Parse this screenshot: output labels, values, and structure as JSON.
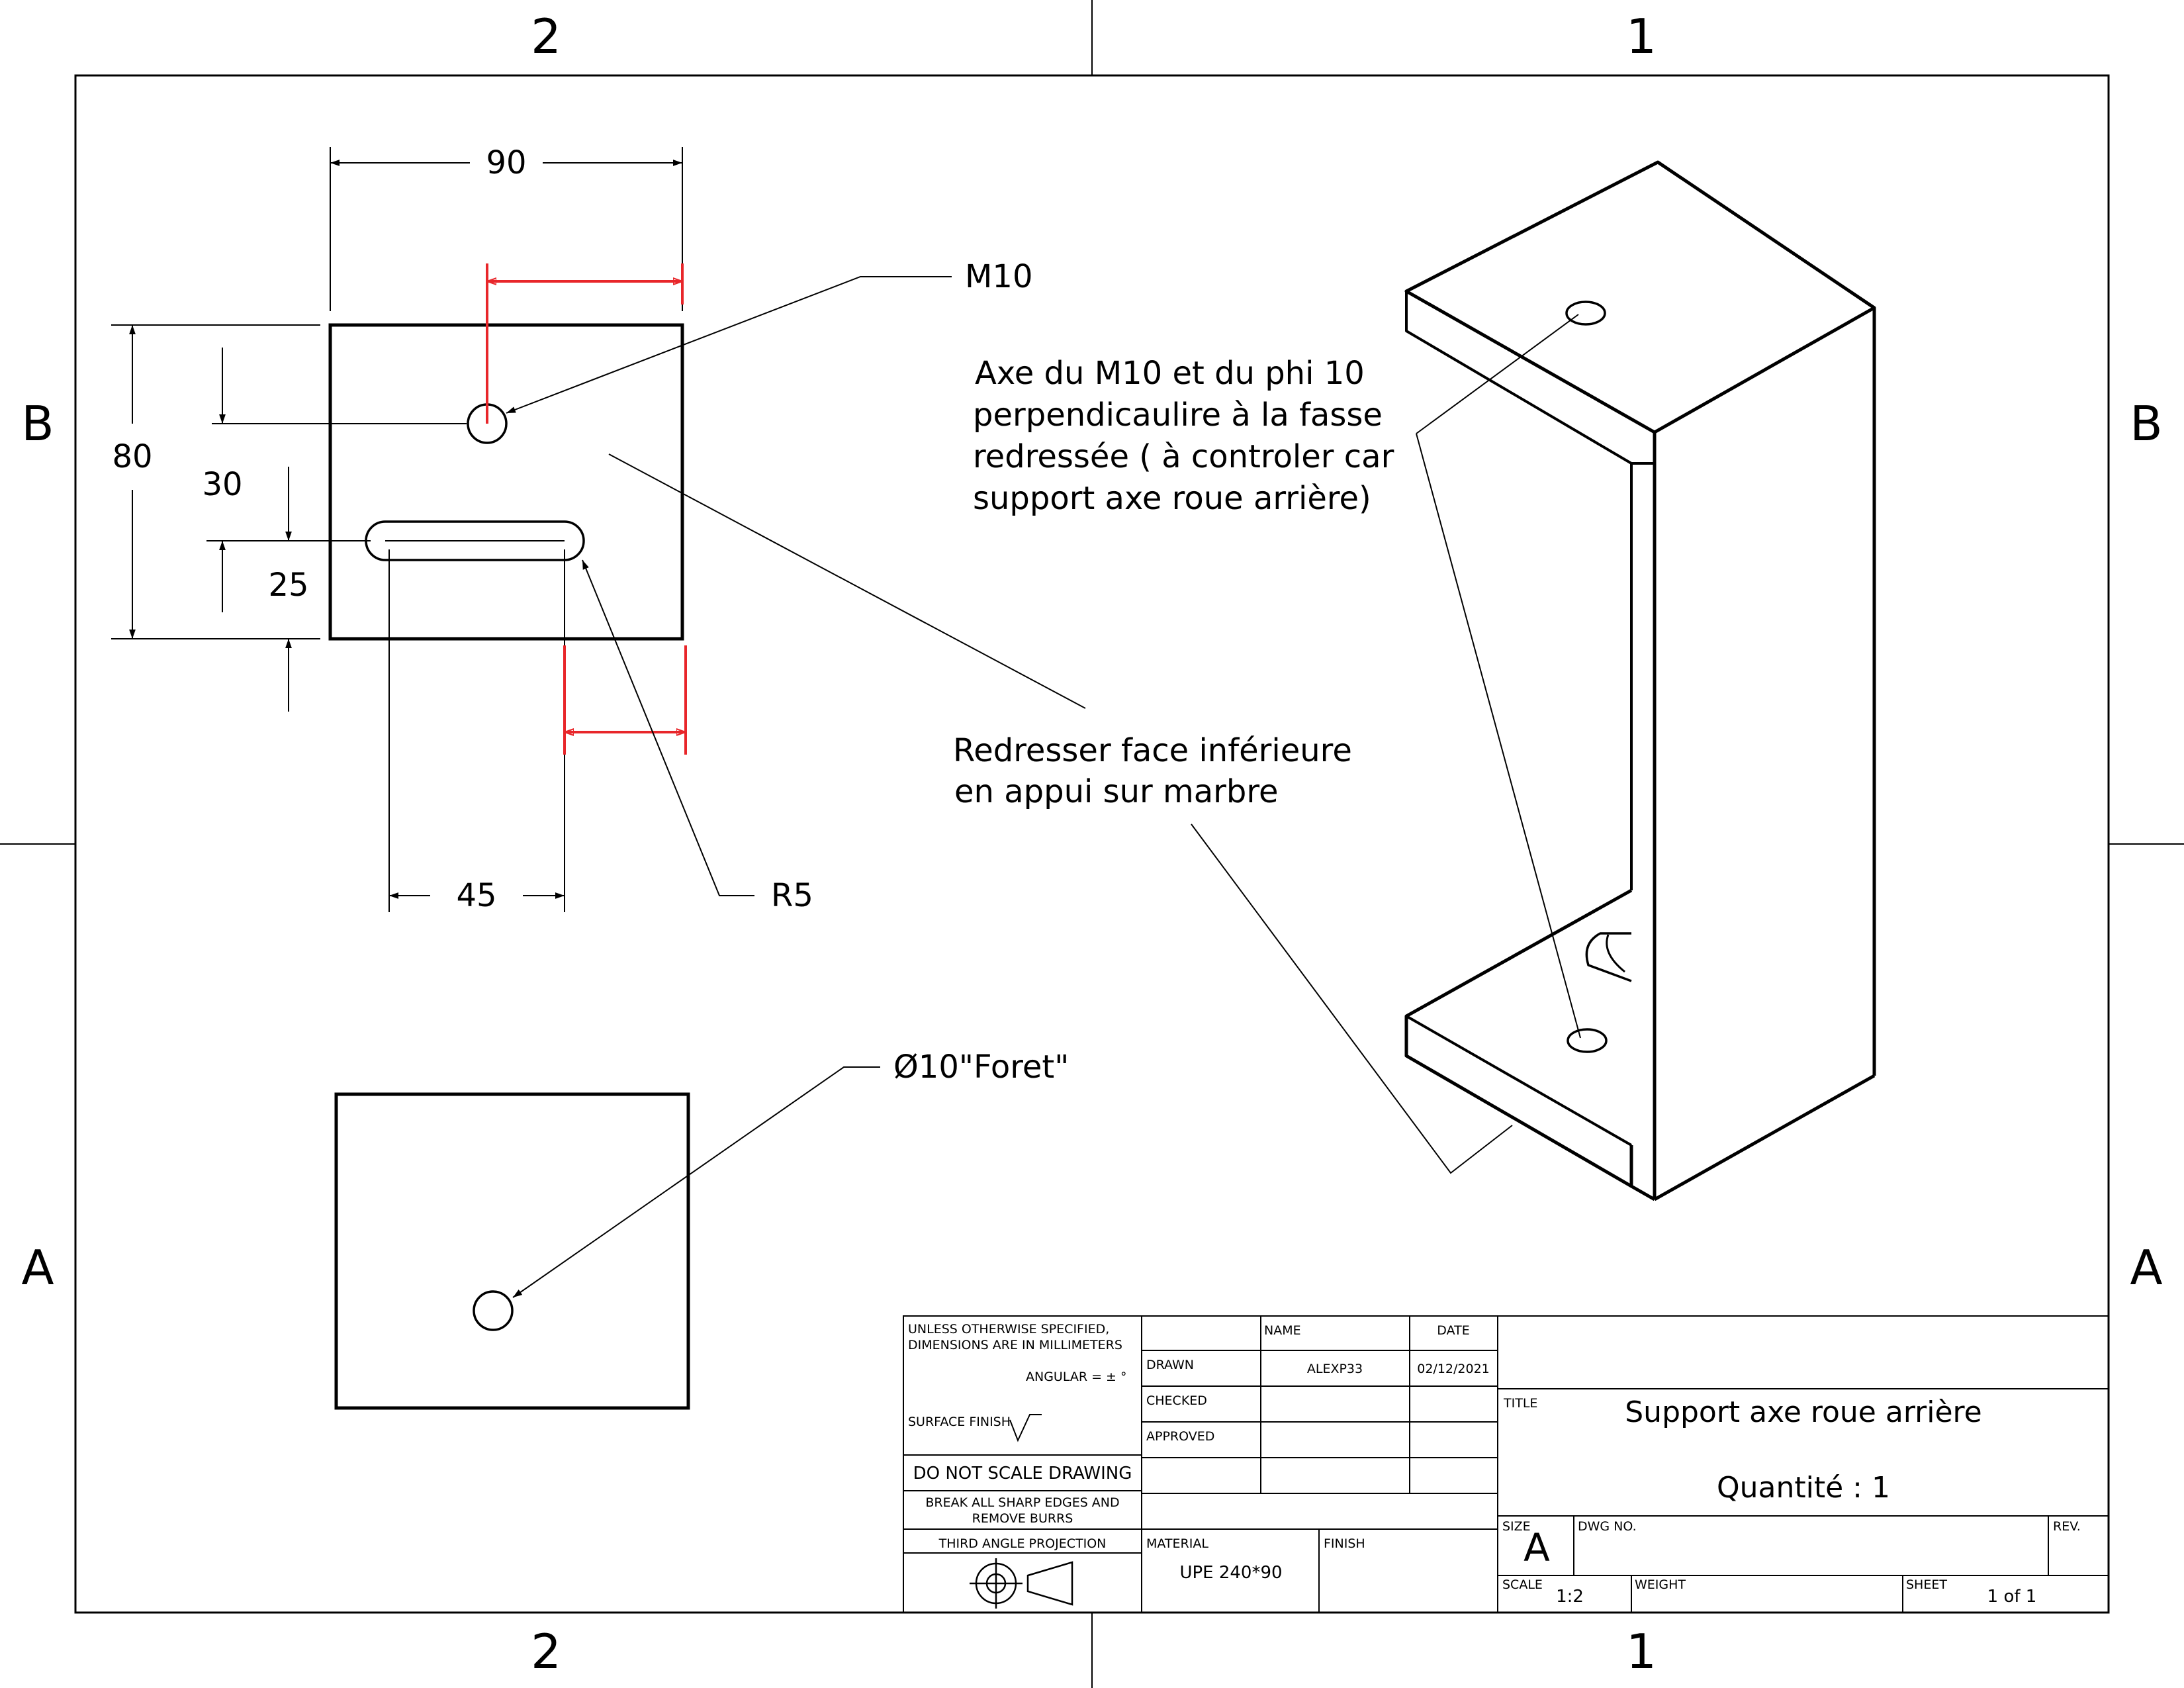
{
  "zones": {
    "top": [
      "2",
      "1"
    ],
    "bottom": [
      "2",
      "1"
    ],
    "left": [
      "B",
      "A"
    ],
    "right": [
      "B",
      "A"
    ]
  },
  "dimensions": {
    "width": "90",
    "height": "80",
    "hole_offset": "30",
    "slot_offset": "25",
    "slot_length": "45"
  },
  "callouts": {
    "thread": "M10",
    "radius": "R5",
    "drill": "Ø10\"Foret\""
  },
  "notes": {
    "axis": [
      "Axe du M10 et du phi 10",
      "perpendicaulire à la fasse",
      "redressée ( à controler car",
      "support axe roue arrière)"
    ],
    "face": [
      "Redresser face inférieure",
      "en appui sur marbre"
    ]
  },
  "colors": {
    "line": "#000000",
    "dimension_highlight": "#e8262a"
  },
  "title_block": {
    "general_notes": [
      "UNLESS OTHERWISE SPECIFIED,",
      "DIMENSIONS ARE IN MILLIMETERS"
    ],
    "angular": "ANGULAR = ± °",
    "surface_finish": "SURFACE FINISH",
    "do_not_scale": "DO NOT SCALE DRAWING",
    "break_edges": [
      "BREAK ALL SHARP EDGES AND",
      "REMOVE BURRS"
    ],
    "projection": "THIRD ANGLE PROJECTION",
    "headers": {
      "name": "NAME",
      "date": "DATE"
    },
    "rows": {
      "drawn": "DRAWN",
      "checked": "CHECKED",
      "approved": "APPROVED"
    },
    "drawn_name": "ALEXP33",
    "drawn_date": "02/12/2021",
    "material_label": "MATERIAL",
    "material_value": "UPE 240*90",
    "finish_label": "FINISH",
    "title_label": "TITLE",
    "title": "Support axe roue arrière",
    "quantity": "Quantité : 1",
    "size_label": "SIZE",
    "size_value": "A",
    "dwg_no_label": "DWG NO.",
    "rev_label": "REV.",
    "scale_label": "SCALE",
    "scale_value": "1:2",
    "weight_label": "WEIGHT",
    "sheet_label": "SHEET",
    "sheet_value": "1 of 1"
  }
}
